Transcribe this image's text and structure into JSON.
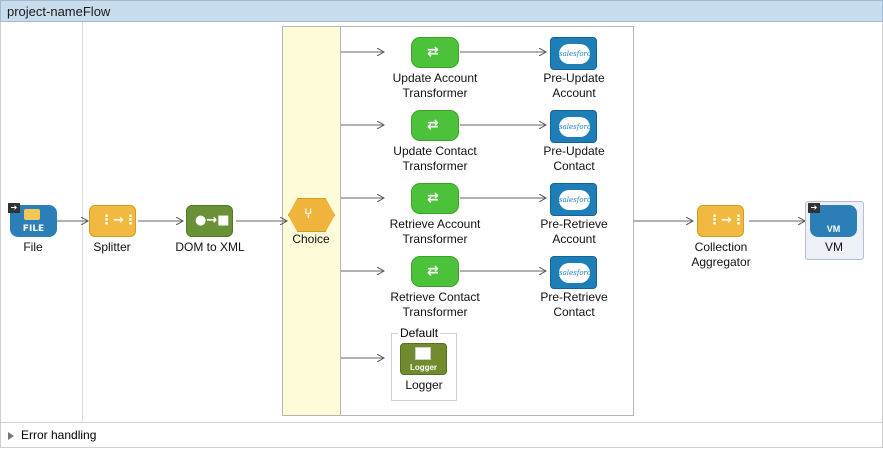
{
  "flow": {
    "title": "project-nameFlow"
  },
  "nodes": {
    "file": {
      "label": "File",
      "icon_text": "FILE",
      "icon": "file-folder-icon"
    },
    "splitter": {
      "label": "Splitter",
      "icon": "splitter-icon"
    },
    "dom_to_xml": {
      "label": "DOM to XML",
      "icon": "transformer-icon"
    },
    "choice": {
      "label": "Choice",
      "icon": "choice-router-icon"
    },
    "update_account_transformer": {
      "label_line1": "Update Account",
      "label_line2": "Transformer",
      "icon": "transform-icon"
    },
    "update_contact_transformer": {
      "label_line1": "Update Contact",
      "label_line2": "Transformer",
      "icon": "transform-icon"
    },
    "retrieve_account_transformer": {
      "label_line1": "Retrieve Account",
      "label_line2": "Transformer",
      "icon": "transform-icon"
    },
    "retrieve_contact_transformer": {
      "label_line1": "Retrieve Contact",
      "label_line2": "Transformer",
      "icon": "transform-icon"
    },
    "pre_update_account": {
      "label_line1": "Pre-Update",
      "label_line2": "Account",
      "icon_text": "salesforce",
      "icon": "salesforce-icon"
    },
    "pre_update_contact": {
      "label_line1": "Pre-Update",
      "label_line2": "Contact",
      "icon_text": "salesforce",
      "icon": "salesforce-icon"
    },
    "pre_retrieve_account": {
      "label_line1": "Pre-Retrieve",
      "label_line2": "Account",
      "icon_text": "salesforce",
      "icon": "salesforce-icon"
    },
    "pre_retrieve_contact": {
      "label_line1": "Pre-Retrieve",
      "label_line2": "Contact",
      "icon_text": "salesforce",
      "icon": "salesforce-icon"
    },
    "default": {
      "label": "Default"
    },
    "logger": {
      "label": "Logger",
      "icon_text": "Logger",
      "icon": "logger-icon"
    },
    "collection_aggregator": {
      "label_line1": "Collection",
      "label_line2": "Aggregator",
      "icon": "aggregator-icon"
    },
    "vm": {
      "label": "VM",
      "icon_text": "VM",
      "icon": "vm-endpoint-icon"
    }
  },
  "footer": {
    "error_handling": "Error handling"
  },
  "colors": {
    "header_bg": "#c7dcec",
    "choice_column": "#fefbd8",
    "transformer_green": "#4cc23a",
    "salesforce_blue": "#1e7fb8",
    "splitter_orange": "#f1b940"
  }
}
